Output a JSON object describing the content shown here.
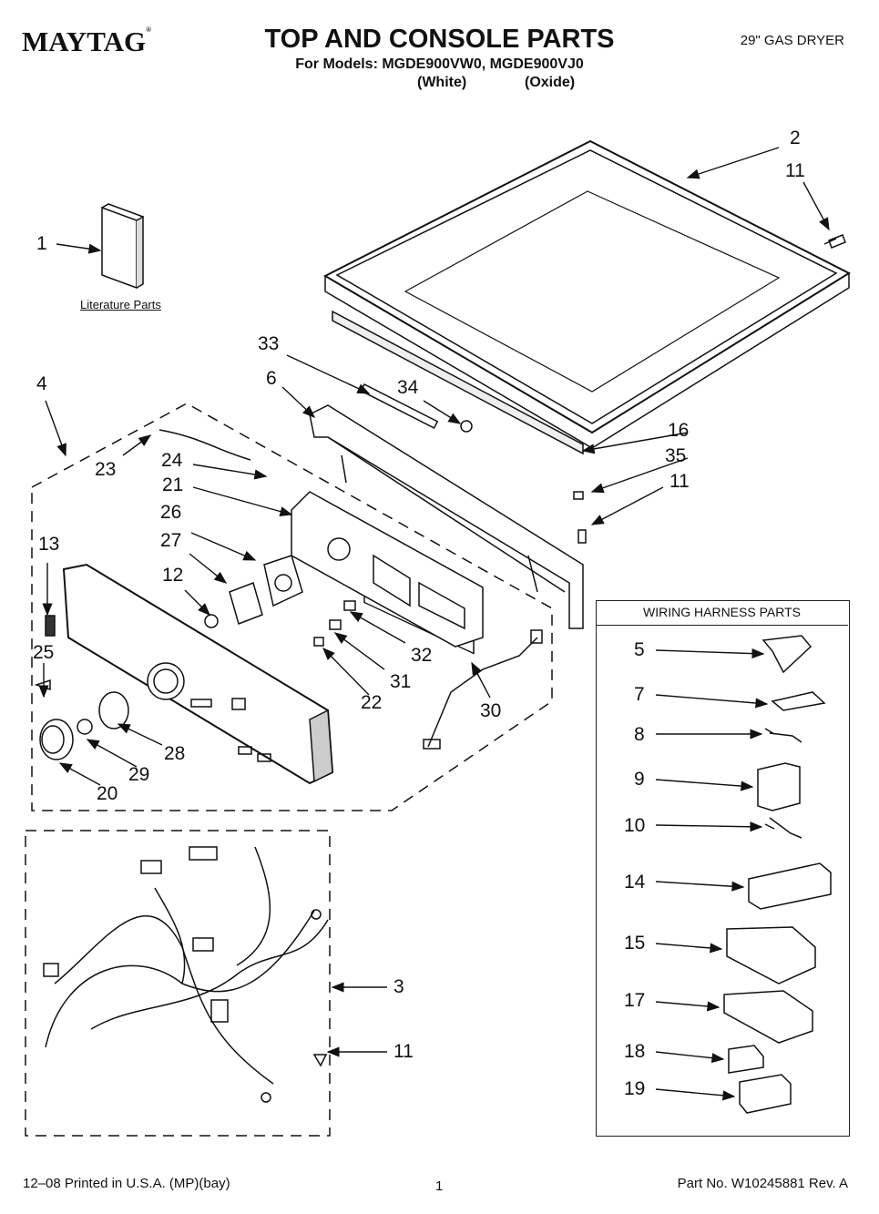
{
  "header": {
    "brand": "MAYTAG",
    "title": "TOP AND CONSOLE PARTS",
    "models_line": "For Models: MGDE900VW0, MGDE900VJ0",
    "variant_white": "(White)",
    "variant_oxide": "(Oxide)",
    "dryer_type": "29\" GAS DRYER"
  },
  "diagram": {
    "literature_label": "Literature Parts",
    "callouts": [
      "1",
      "2",
      "11",
      "33",
      "6",
      "34",
      "16",
      "35",
      "11",
      "4",
      "23",
      "24",
      "21",
      "26",
      "27",
      "12",
      "13",
      "25",
      "28",
      "29",
      "20",
      "32",
      "31",
      "22",
      "30",
      "3",
      "11"
    ]
  },
  "wiring_box": {
    "title": "WIRING HARNESS PARTS",
    "items": [
      "5",
      "7",
      "8",
      "9",
      "10",
      "14",
      "15",
      "17",
      "18",
      "19"
    ]
  },
  "footer": {
    "print_info": "12–08 Printed in U.S.A. (MP)(bay)",
    "page": "1",
    "part_no": "Part No. W10245881 Rev. A"
  }
}
